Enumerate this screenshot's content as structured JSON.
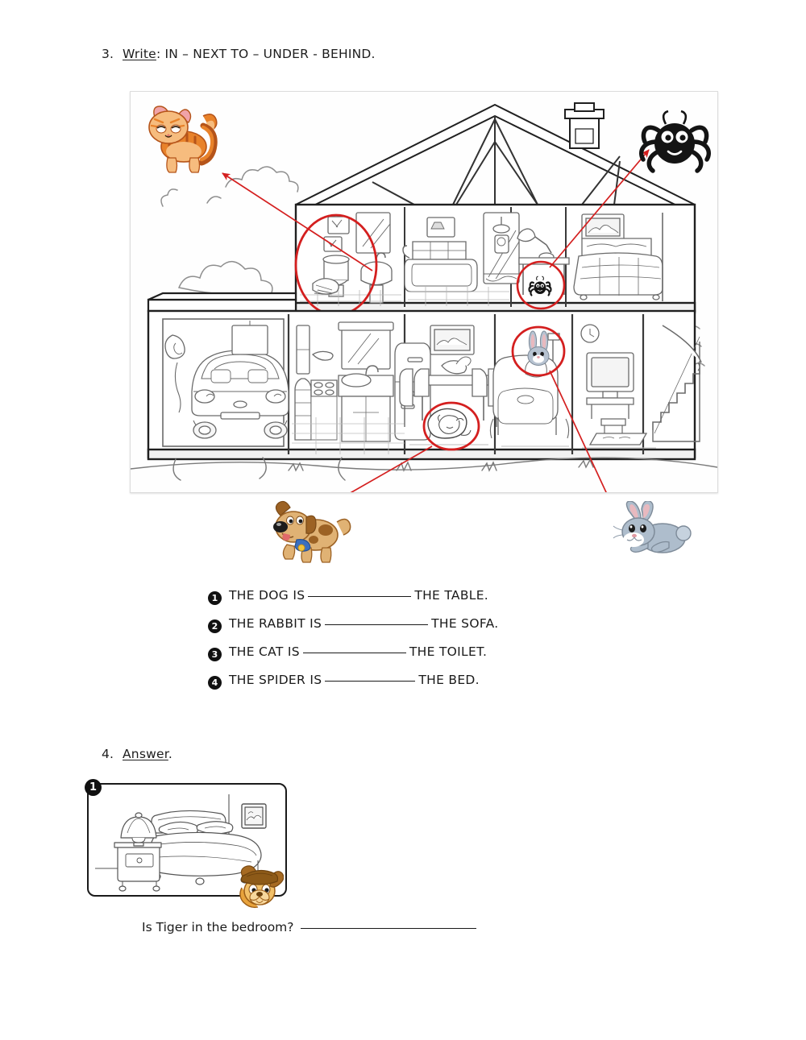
{
  "page": {
    "background": "#ffffff",
    "ink": "#1a1a1a",
    "accent_red": "#d41f1f",
    "sketch_gray": "#5a5a5a"
  },
  "exercise3": {
    "number": "3.",
    "verb": "Write",
    "instruction": ": IN – NEXT TO – UNDER - BEHIND.",
    "illustration": {
      "name": "cutaway-house-illustration",
      "description": "Black and white line drawing of a two storey cutaway house with attic, garage, kitchen, bathroom, dining room, living room, hallway with stairs and bedroom. Four red circles mark hidden animals and red arrows link them to colour cartoon animals outside the house.",
      "markers": [
        {
          "animal": "cat",
          "location": "toilet",
          "circle": "upstairs-left-bathroom",
          "arrow_to": "cat-sprite"
        },
        {
          "animal": "spider",
          "location": "bed",
          "circle": "upstairs-right-bedroom",
          "arrow_to": "spider-sprite"
        },
        {
          "animal": "dog",
          "location": "table",
          "circle": "downstairs-dining-room",
          "arrow_to": "dog-sprite"
        },
        {
          "animal": "rabbit",
          "location": "sofa",
          "circle": "downstairs-living-room",
          "arrow_to": "rabbit-sprite"
        }
      ],
      "sprites": [
        {
          "name": "cat-sprite",
          "label": "orange tabby cat",
          "colors": [
            "#e8822a",
            "#f6bc7e",
            "#b5541a"
          ]
        },
        {
          "name": "spider-sprite",
          "label": "black spider",
          "colors": [
            "#141414",
            "#ffffff"
          ]
        },
        {
          "name": "dog-sprite",
          "label": "tan puppy with blue collar",
          "colors": [
            "#e0b274",
            "#9c6224",
            "#2f5fa8"
          ]
        },
        {
          "name": "rabbit-sprite",
          "label": "grey blue rabbit",
          "colors": [
            "#aebdcc",
            "#e6b8bd"
          ]
        }
      ]
    }
  },
  "sentences": [
    {
      "num": "1",
      "before": "THE DOG IS",
      "after": "THE TABLE.",
      "blank_width": 128
    },
    {
      "num": "2",
      "before": "THE RABBIT IS",
      "after": "THE SOFA.",
      "blank_width": 128
    },
    {
      "num": "3",
      "before": "THE CAT IS",
      "after": "THE TOILET.",
      "blank_width": 128
    },
    {
      "num": "4",
      "before": "THE SPIDER IS",
      "after": "THE BED.",
      "blank_width": 112
    }
  ],
  "exercise4": {
    "number": "4.",
    "verb": "Answer",
    "instruction": ".",
    "badge": "1",
    "picture": {
      "name": "bedroom-picture",
      "description": "Line drawing of a bedroom with a double bed, quilt, two pillows, a bedside table with a lamp and a framed picture on the wall. An orange cartoon dog called Tiger peeks from the bottom right corner.",
      "items": [
        "bed",
        "quilt",
        "pillow",
        "nightstand",
        "lamp",
        "framed-picture",
        "tiger-dog"
      ]
    },
    "question": "Is Tiger in the bedroom?",
    "answer_blank_width": 218
  }
}
